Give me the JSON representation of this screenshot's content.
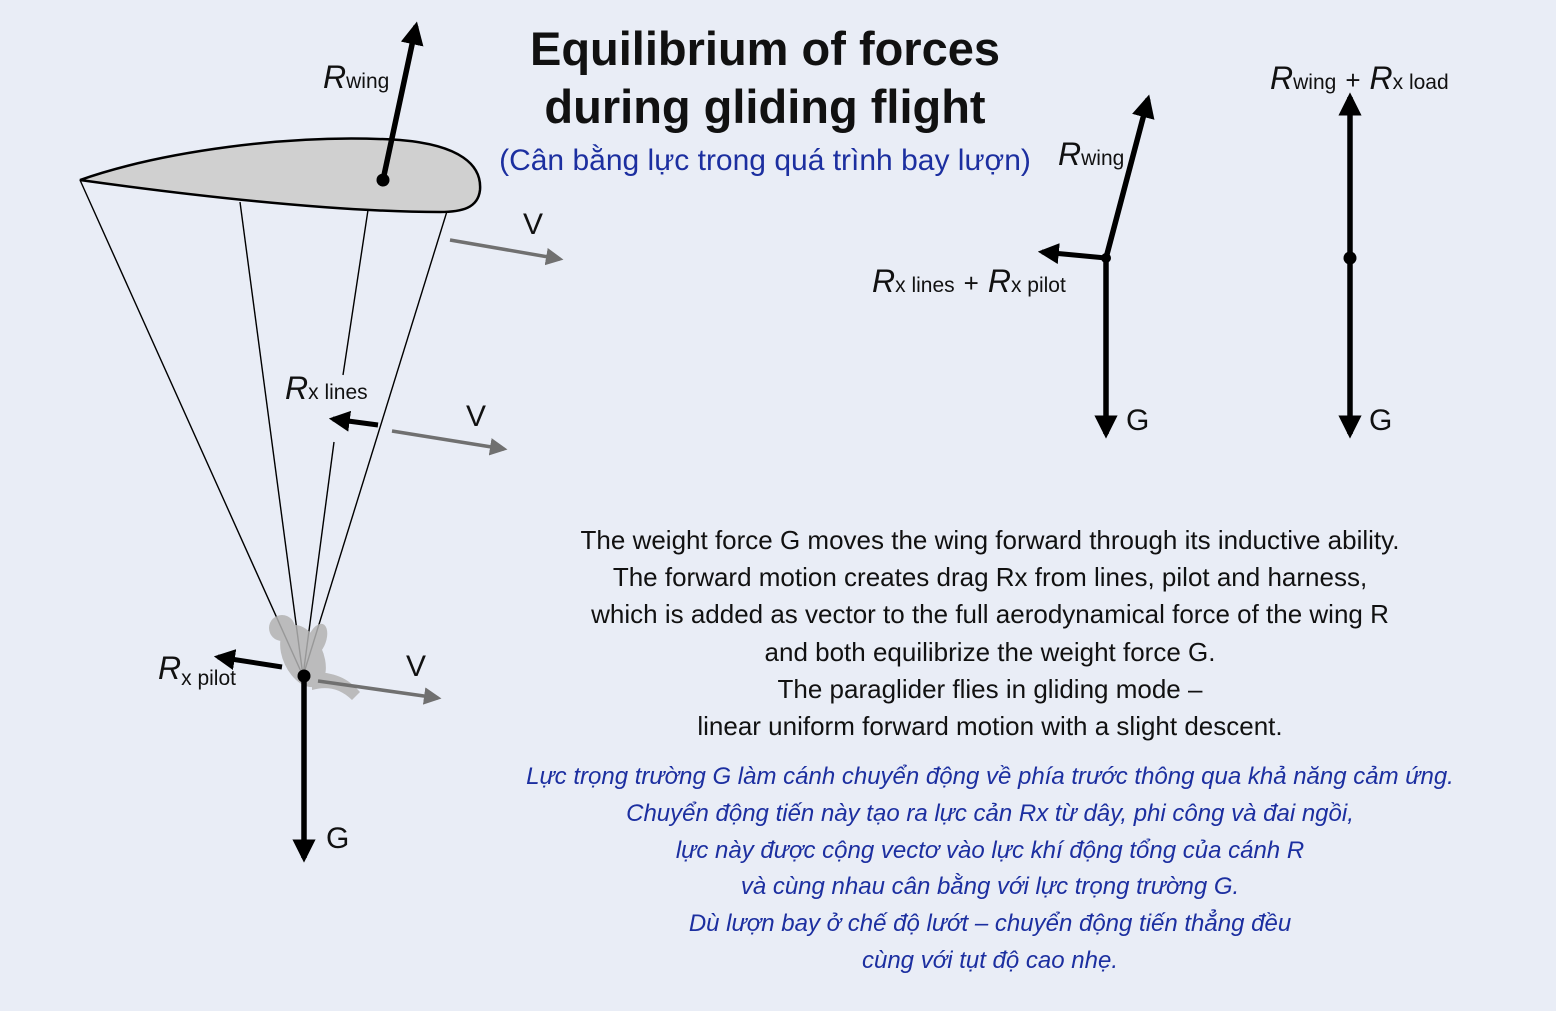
{
  "title": {
    "line1": "Equilibrium of forces",
    "line2": "during gliding flight"
  },
  "subtitle": "(Cân bằng lực trong quá trình bay lượn)",
  "labels": {
    "r": "R",
    "wing_sub": "wing",
    "x_lines_sub": "x lines",
    "x_pilot_sub": "x pilot",
    "x_load_sub": "x load",
    "plus": "+",
    "v": "V",
    "g": "G"
  },
  "description_en": [
    "The weight force G moves the wing forward through its inductive ability.",
    "The forward motion creates drag Rx from lines, pilot and harness,",
    "which is added as vector to the full aerodynamical force of the wing R",
    "and both equilibrize the weight force G.",
    "The paraglider flies in gliding mode –",
    "linear uniform forward motion with a slight descent."
  ],
  "description_vi": [
    "Lực trọng trường G làm cánh chuyển động về phía trước thông qua khả năng cảm ứng.",
    "Chuyển động tiến này tạo ra lực cản Rx từ dây, phi công và đai ngồi,",
    "lực này được cộng vectơ vào lực khí động tổng của cánh R",
    "và cùng nhau cân bằng với lực trọng trường G.",
    "Dù lượn bay ở chế độ lướt – chuyển động tiến thẳng đều",
    "cùng với tụt độ cao nhẹ."
  ],
  "colors": {
    "background": "#e9edf6",
    "force_arrow": "#000000",
    "velocity_arrow": "#707070",
    "wing_fill": "#d0d0d0",
    "vietnamese_text": "#1c2fa0"
  }
}
